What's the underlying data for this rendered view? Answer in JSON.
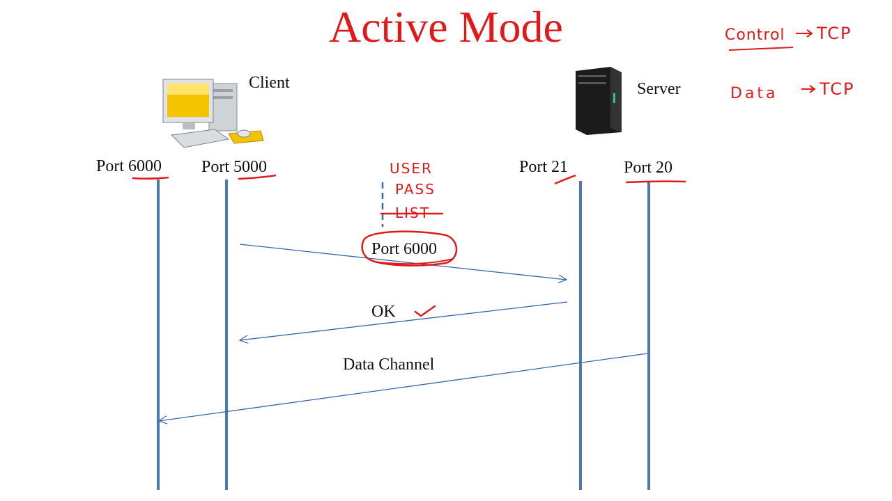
{
  "title": "Active Mode",
  "client": {
    "label": "Client",
    "icon": "desktop-computer-icon"
  },
  "server": {
    "label": "Server",
    "icon": "server-tower-icon"
  },
  "ports": {
    "client_data": "Port 6000",
    "client_control": "Port 5000",
    "server_control": "Port 21",
    "server_data": "Port 20"
  },
  "messages": {
    "port_cmd": "Port 6000",
    "ok": "OK",
    "data_channel": "Data Channel"
  },
  "annotations": {
    "user": "USER",
    "pass": "PASS",
    "list": "LIST",
    "control_label": "Control",
    "control_proto": "TCP",
    "data_label": "Data",
    "data_proto": "TCP"
  },
  "colors": {
    "title": "#e0191b",
    "lifeline": "#4a78b8",
    "annotation": "#e0191b"
  }
}
